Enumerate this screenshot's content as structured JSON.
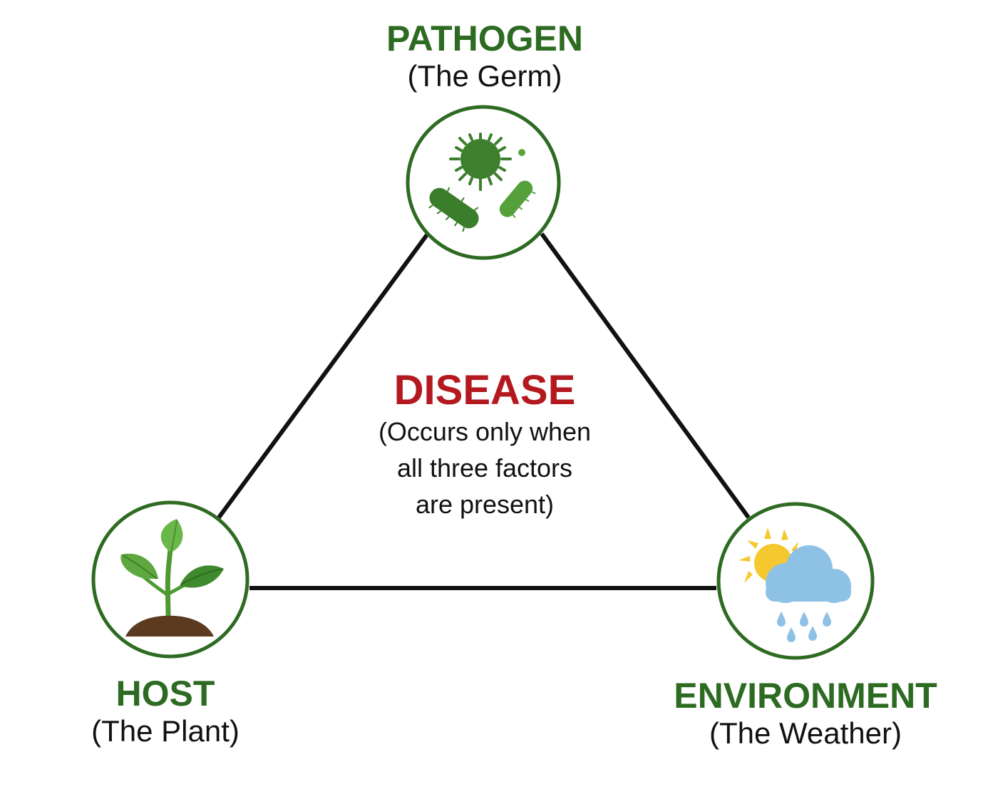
{
  "diagram": {
    "center": {
      "title": "DISEASE",
      "description_lines": [
        "(Occurs only when",
        "all three factors",
        "are present)"
      ]
    },
    "nodes": {
      "pathogen": {
        "title": "PATHOGEN",
        "subtitle": "(The Germ)",
        "icon": "germ-icon"
      },
      "host": {
        "title": "HOST",
        "subtitle": "(The Plant)",
        "icon": "plant-icon"
      },
      "environment": {
        "title": "ENVIRONMENT",
        "subtitle": "(The Weather)",
        "icon": "weather-icon"
      }
    },
    "colors": {
      "node_green": "#2e6b22",
      "disease_red": "#b3191f",
      "edge_black": "#111111",
      "cloud_blue": "#8ec1e6",
      "sun_yellow": "#f5c830",
      "soil_brown": "#5b3a1f"
    }
  }
}
